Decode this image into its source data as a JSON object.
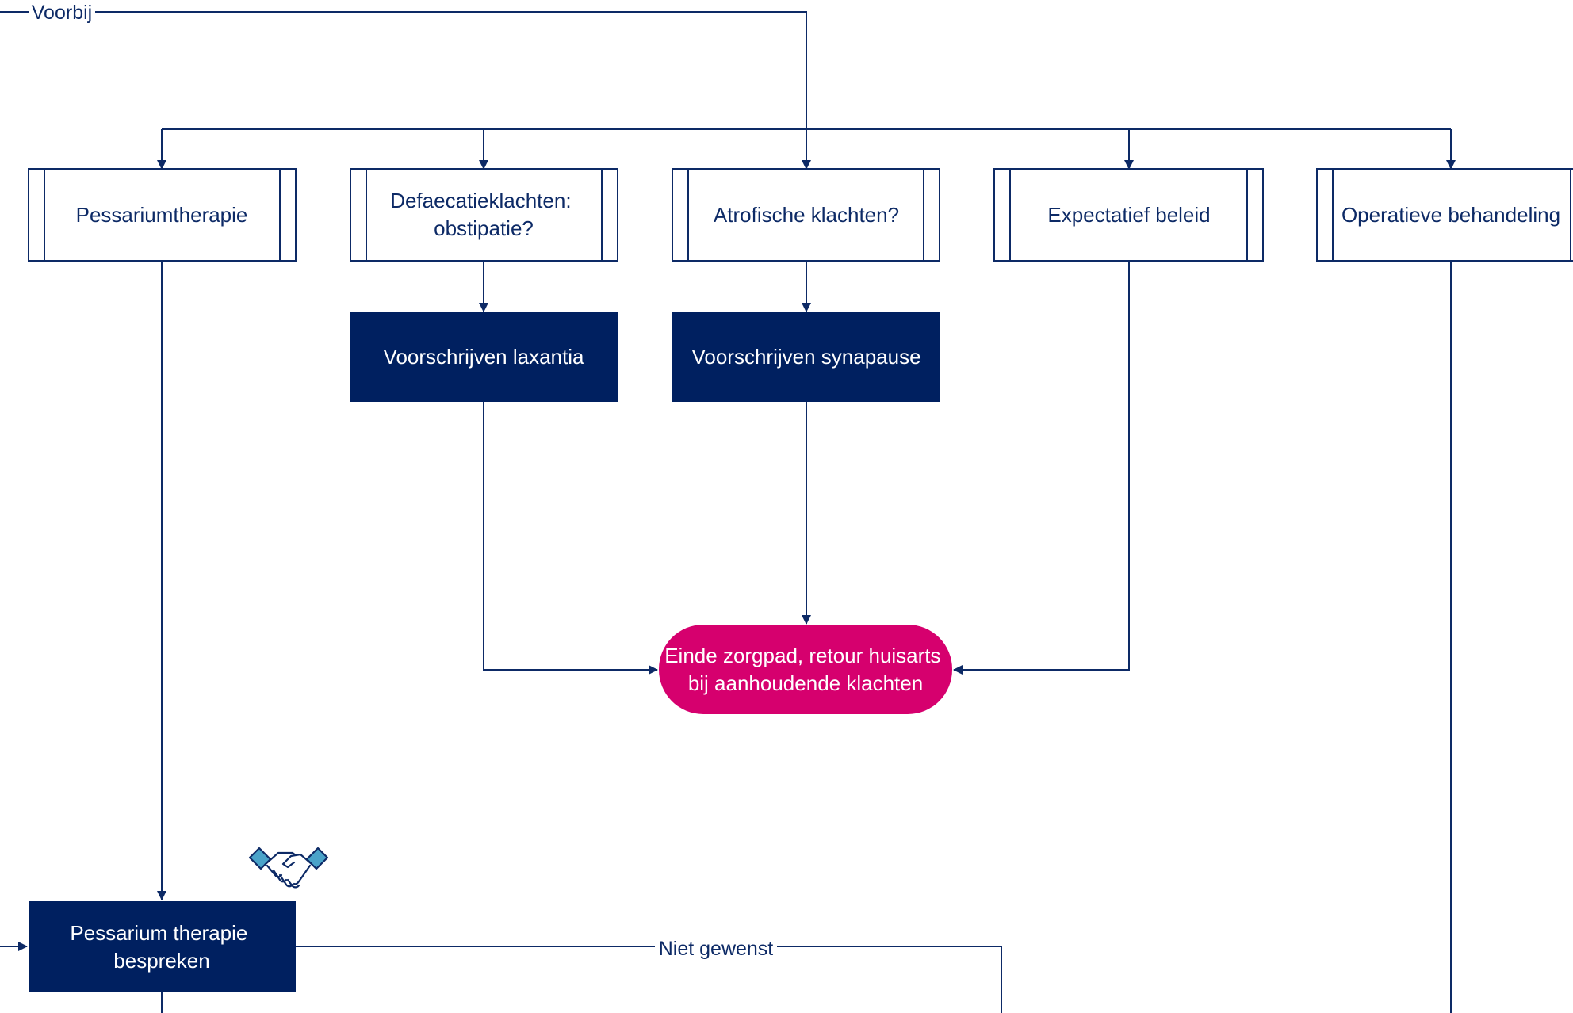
{
  "colors": {
    "line": "#0d2a66",
    "navy": "#002060",
    "magenta": "#d6006e",
    "white": "#ffffff",
    "icon": "#4aa3c9"
  },
  "labels": {
    "voorbij": "Voorbij",
    "niet_gewenst": "Niet gewenst"
  },
  "subprocesses": {
    "pessariumtherapie": [
      "Pessariumtherapie"
    ],
    "defaecatie": [
      "Defaecatieklachten:",
      "obstipatie?"
    ],
    "atrofische": [
      "Atrofische klachten?"
    ],
    "expectatief": [
      "Expectatief beleid"
    ],
    "operatieve": [
      "Operatieve behandeling"
    ]
  },
  "actions": {
    "laxantia": [
      "Voorschrijven laxantia"
    ],
    "synapause": [
      "Voorschrijven synapause"
    ],
    "pessarium_bespreken": [
      "Pessarium therapie",
      "bespreken"
    ]
  },
  "terminal": {
    "einde": [
      "Einde zorgpad, retour huisarts",
      "bij aanhoudende klachten"
    ]
  },
  "icons": {
    "shared_decision": "handshake-icon"
  }
}
